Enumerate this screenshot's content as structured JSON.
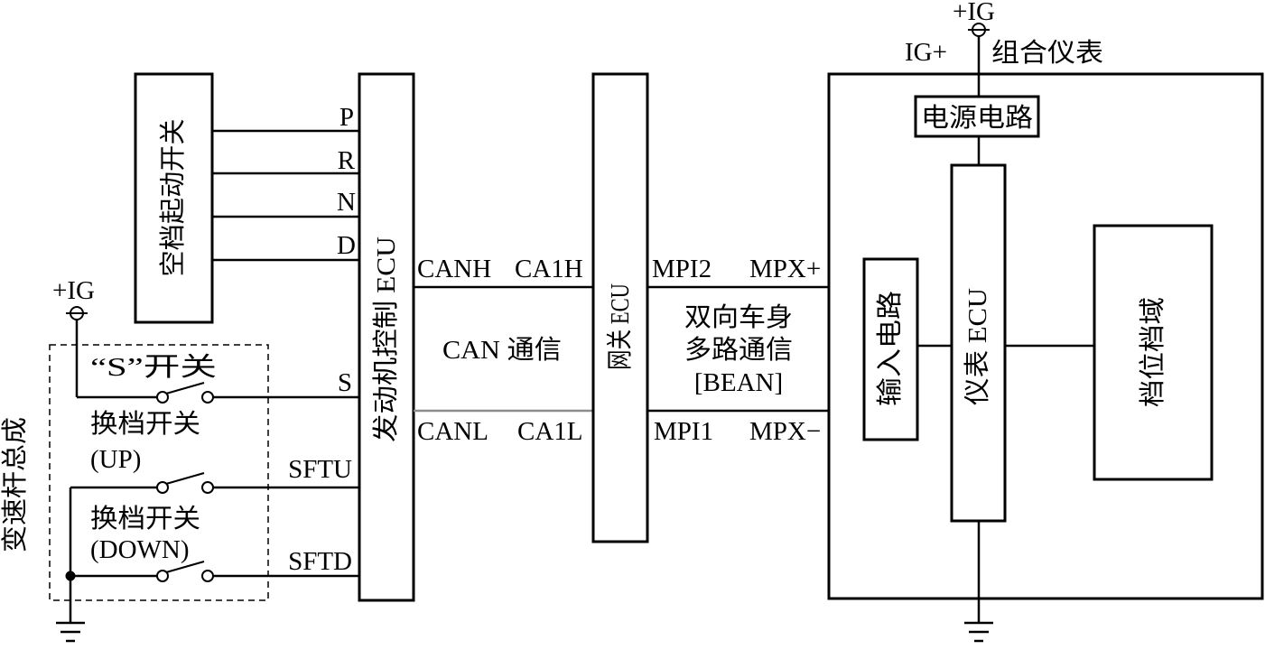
{
  "colors": {
    "wire": "#000000",
    "canl_wire": "#8c8c8c"
  },
  "neutral_start_switch": {
    "label": "空档起动开关"
  },
  "engine_ecu": {
    "label": "发动机控制 ECU"
  },
  "gateway_ecu": {
    "label": "网关 ECU"
  },
  "combination_meter": {
    "label": "组合仪表",
    "power_circuit": "电源电路",
    "input_circuit": "输入电路",
    "meter_ecu": "仪表 ECU",
    "gear_display": "档位档域"
  },
  "terminals": {
    "p": "P",
    "r": "R",
    "n": "N",
    "d": "D",
    "s": "S",
    "sftu": "SFTU",
    "sftd": "SFTD",
    "canh": "CANH",
    "ca1h": "CA1H",
    "canl": "CANL",
    "ca1l": "CA1L",
    "mpi2": "MPI2",
    "mpx_plus": "MPX+",
    "mpi1": "MPI1",
    "mpx_minus": "MPX−"
  },
  "bus_labels": {
    "can": "CAN 通信",
    "bean": [
      "双向车身",
      "多路通信",
      "[BEAN]"
    ]
  },
  "power": {
    "ig_top": "+IG",
    "ig_plus": "IG+",
    "ig_left": "+IG"
  },
  "shift_lever": {
    "label": "变速杆总成",
    "s_switch": "“S”开关",
    "up_switch": [
      "换档开关",
      "(UP)"
    ],
    "down_switch": [
      "换档开关",
      "(DOWN)"
    ]
  }
}
